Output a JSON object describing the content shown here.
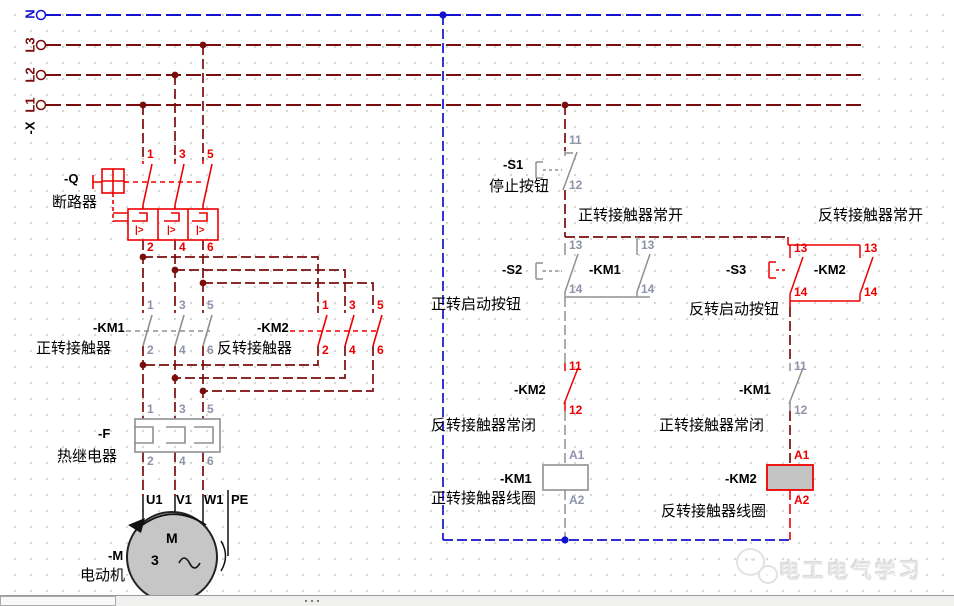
{
  "rails": {
    "n": "N",
    "l3": "L3",
    "l2": "L2",
    "l1": "L1",
    "x": "-X"
  },
  "breaker": {
    "tag": "-Q",
    "label": "断路器",
    "top": [
      "1",
      "3",
      "5"
    ],
    "bottom": [
      "2",
      "4",
      "6"
    ],
    "trip": "|>"
  },
  "km1_main": {
    "tag": "-KM1",
    "label": "正转接触器",
    "top": [
      "1",
      "3",
      "5"
    ],
    "bottom": [
      "2",
      "4",
      "6"
    ]
  },
  "km2_main": {
    "tag": "-KM2",
    "label": "反转接触器",
    "top": [
      "1",
      "3",
      "5"
    ],
    "bottom": [
      "2",
      "4",
      "6"
    ]
  },
  "thermal": {
    "tag": "-F",
    "label": "热继电器",
    "top": [
      "1",
      "3",
      "5"
    ],
    "bottom": [
      "2",
      "4",
      "6"
    ]
  },
  "motor": {
    "tag": "-M",
    "label": "电动机",
    "leads": [
      "U1",
      "V1",
      "W1",
      "PE"
    ],
    "m": "M",
    "phase": "3",
    "ac_symbol": "~"
  },
  "ctl": {
    "s1": {
      "tag": "-S1",
      "label": "停止按钮",
      "t1": "11",
      "t2": "12"
    },
    "cap_fwd_no": "正转接触器常开",
    "cap_rev_no": "反转接触器常开",
    "s2": {
      "tag": "-S2",
      "label": "正转启动按钮",
      "t1": "13",
      "t2": "14"
    },
    "km1_no": {
      "tag": "-KM1",
      "t1": "13",
      "t2": "14"
    },
    "s3": {
      "tag": "-S3",
      "label": "反转启动按钮",
      "t1": "13",
      "t2": "14"
    },
    "km2_no": {
      "tag": "-KM2",
      "t1": "13",
      "t2": "14"
    },
    "km2_nc": {
      "tag": "-KM2",
      "label": "反转接触器常闭",
      "t1": "11",
      "t2": "12"
    },
    "km1_nc": {
      "tag": "-KM1",
      "label": "正转接触器常闭",
      "t1": "11",
      "t2": "12"
    },
    "km1_coil": {
      "tag": "-KM1",
      "label": "正转接触器线圈",
      "t1": "A1",
      "t2": "A2"
    },
    "km2_coil": {
      "tag": "-KM2",
      "label": "反转接触器线圈",
      "t1": "A1",
      "t2": "A2"
    }
  },
  "watermark": {
    "text": "电工电气学习"
  },
  "colors": {
    "wire_main": "#7a0c0c",
    "wire_highlight": "#ee0000",
    "wire_neutral": "#1212cc",
    "symbol_gray": "#909090",
    "terminal_gray": "#8d93a8",
    "motor_fill": "#c6c6c6"
  }
}
